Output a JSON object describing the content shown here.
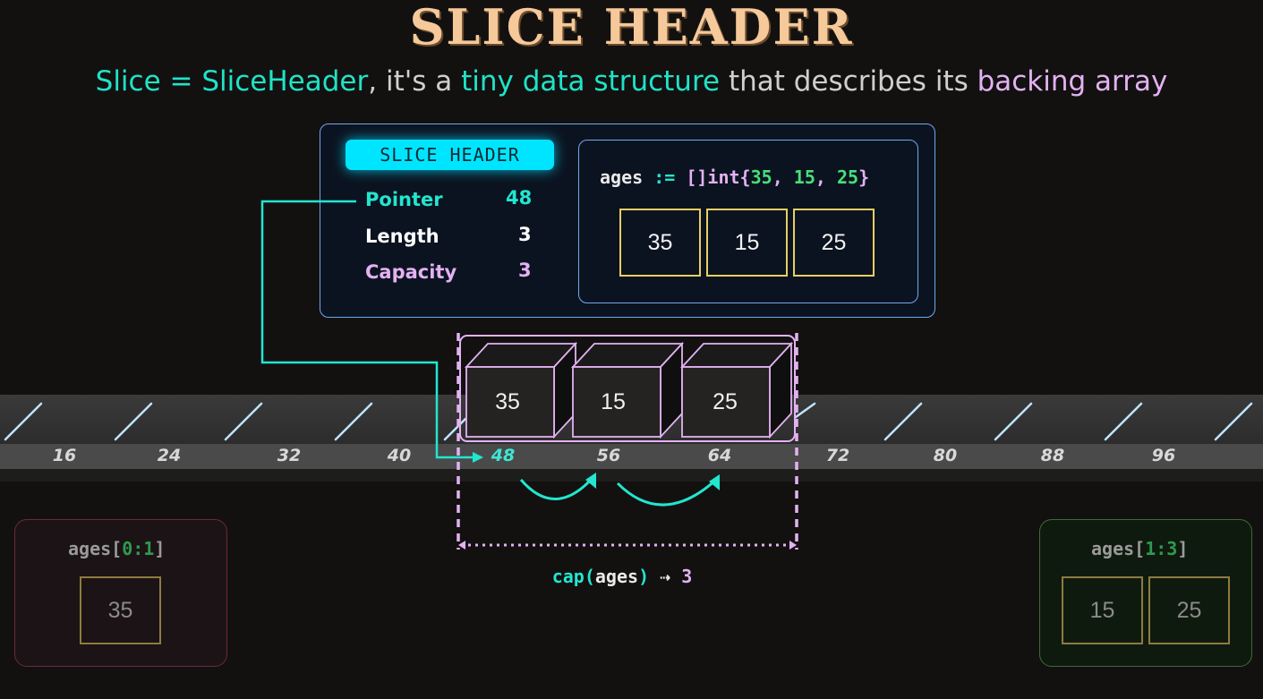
{
  "title": "SLICE HEADER",
  "subtitle": {
    "part1": "Slice = SliceHeader",
    "part2": ", it's a ",
    "part3": "tiny data structure",
    "part4": " that describes its ",
    "part5": "backing array"
  },
  "slice_header": {
    "badge": "SLICE HEADER",
    "fields": [
      {
        "label": "Pointer",
        "value": "48"
      },
      {
        "label": "Length",
        "value": "3"
      },
      {
        "label": "Capacity",
        "value": "3"
      }
    ]
  },
  "code": {
    "name": "ages",
    "op": " := ",
    "type": "[]int{",
    "v1": "35",
    "sep1": ", ",
    "v2": "15",
    "sep2": ", ",
    "v3": "25",
    "close": "}",
    "cells": [
      "35",
      "15",
      "25"
    ]
  },
  "memory": {
    "addresses": [
      "16",
      "24",
      "32",
      "40",
      "48",
      "56",
      "64",
      "72",
      "80",
      "88",
      "96"
    ],
    "boxes": [
      "35",
      "15",
      "25"
    ]
  },
  "capacity": {
    "fn": "cap(",
    "arg": "ages",
    "close": ")",
    "arrow": " ⇢ ",
    "value": "3"
  },
  "subslices": {
    "left": {
      "name": "ages",
      "open": "[",
      "range": "0:1",
      "close": "]",
      "cells": [
        "35"
      ]
    },
    "right": {
      "name": "ages",
      "open": "[",
      "range": "1:3",
      "close": "]",
      "cells": [
        "15",
        "25"
      ]
    }
  },
  "colors": {
    "teal": "#1fe3c7",
    "pink": "#e3b2f2",
    "title": "#f5c99a",
    "cyan_badge": "#00e5ff",
    "panel_border": "#6fa8ee",
    "cell_border": "#e6cf63"
  }
}
